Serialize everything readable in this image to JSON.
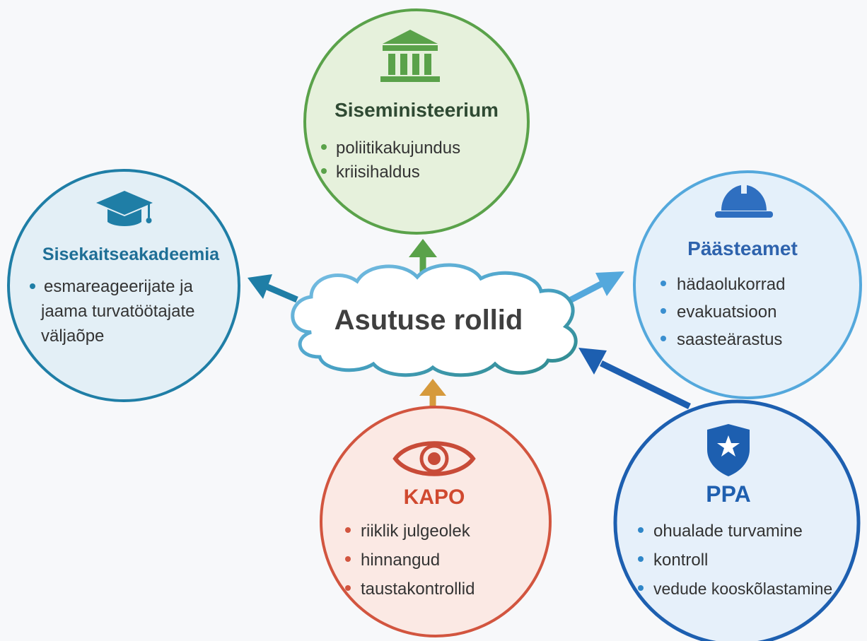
{
  "center": {
    "label": "Asutuse rollid"
  },
  "nodes": {
    "siseministeerium": {
      "title": "Siseministeerium",
      "icon": "government-building-icon",
      "color": "#5aa24a",
      "fill": "#e6f1dc",
      "bullets": [
        "poliitikakujundus",
        "kriisihaldus"
      ]
    },
    "sisekaitseakadeemia": {
      "title": "Sisekaitseakadeemia",
      "icon": "graduation-cap-icon",
      "color": "#1f7ea6",
      "fill": "#e3eff6",
      "bullets": [
        "esmareageerijate ja",
        "jaama turvatöötajate",
        "väljaõpe"
      ]
    },
    "paasteamet": {
      "title": "Päästeamet",
      "icon": "firefighter-helmet-icon",
      "color": "#3a8fd0",
      "fill": "#e4f0fa",
      "bullets": [
        "hädaolukorrad",
        "evakuatsioon",
        "saasteärastus"
      ]
    },
    "kapo": {
      "title": "KAPO",
      "icon": "eye-icon",
      "color": "#d2553f",
      "fill": "#fbe9e4",
      "bullets": [
        "riiklik julgeolek",
        "hinnangud",
        "taustakontrollid"
      ]
    },
    "ppa": {
      "title": "PPA",
      "icon": "police-badge-icon",
      "color": "#1d5fb0",
      "fill": "#e6f0fa",
      "bullets": [
        "ohualade turvamine",
        "kontroll",
        "vedude kooskõlastamine"
      ]
    }
  }
}
